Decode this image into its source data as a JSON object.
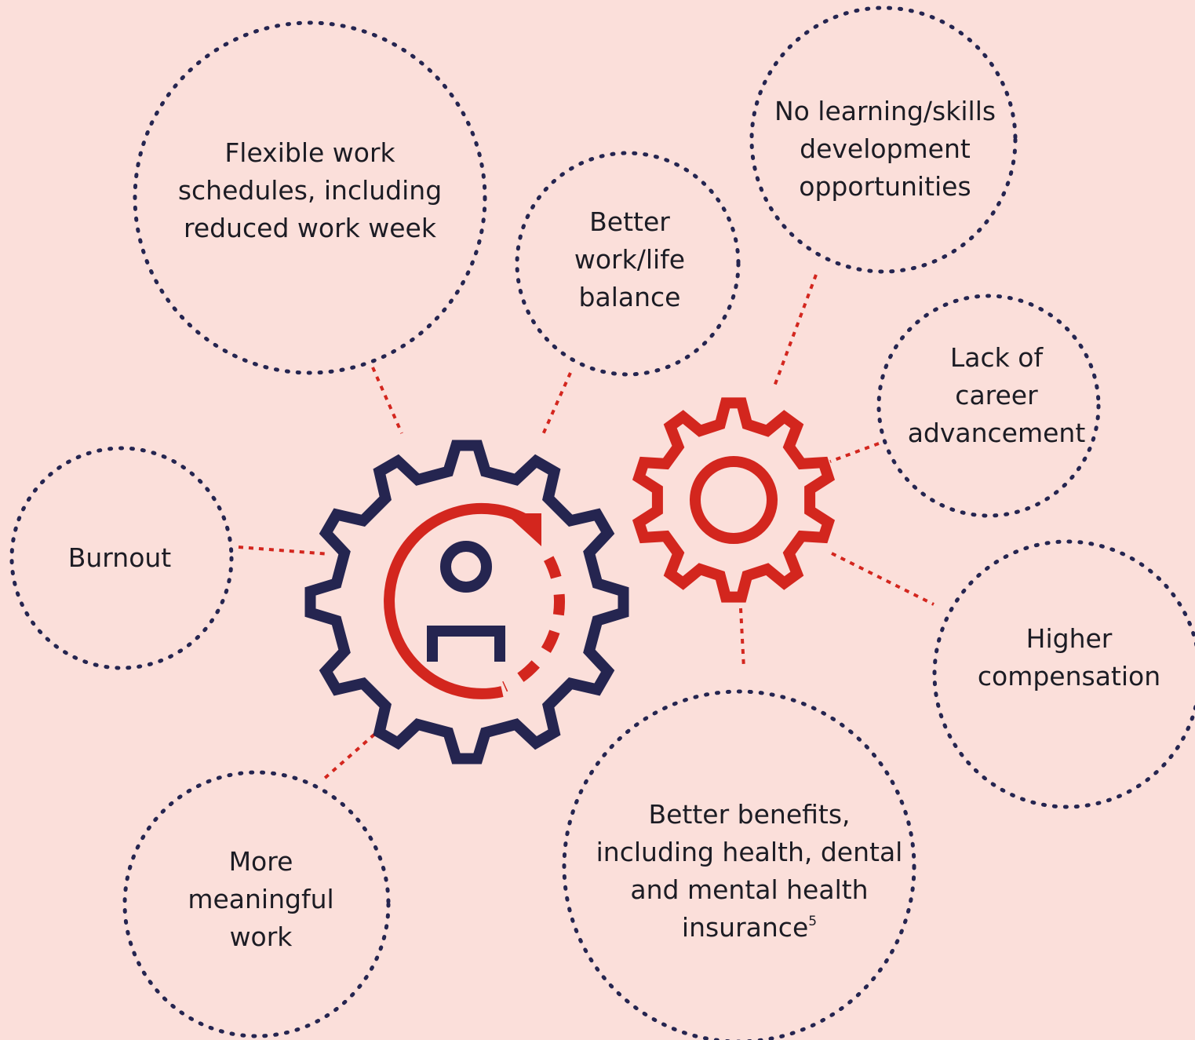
{
  "colors": {
    "background": "#fbdfda",
    "navy": "#252550",
    "red": "#d3261e",
    "text": "#1c1c24"
  },
  "nodes": {
    "flexible": {
      "lines": [
        "Flexible work",
        "schedules, including",
        "reduced work week"
      ]
    },
    "balance": {
      "lines": [
        "Better",
        "work/life",
        "balance"
      ]
    },
    "learning": {
      "lines": [
        "No learning/skills",
        "development",
        "opportunities"
      ]
    },
    "career": {
      "lines": [
        "Lack of",
        "career",
        "advancement"
      ]
    },
    "burnout": {
      "lines": [
        "Burnout"
      ]
    },
    "compensation": {
      "lines": [
        "Higher",
        "compensation"
      ]
    },
    "meaningful": {
      "lines": [
        "More",
        "meaningful",
        "work"
      ]
    },
    "benefits": {
      "lines": [
        "Better benefits,",
        "including health, dental",
        "and mental health",
        "insurance"
      ],
      "footnote": "5"
    }
  },
  "icons": {
    "large_gear": "gear-person-cycle-icon",
    "small_gear": "gear-icon"
  }
}
